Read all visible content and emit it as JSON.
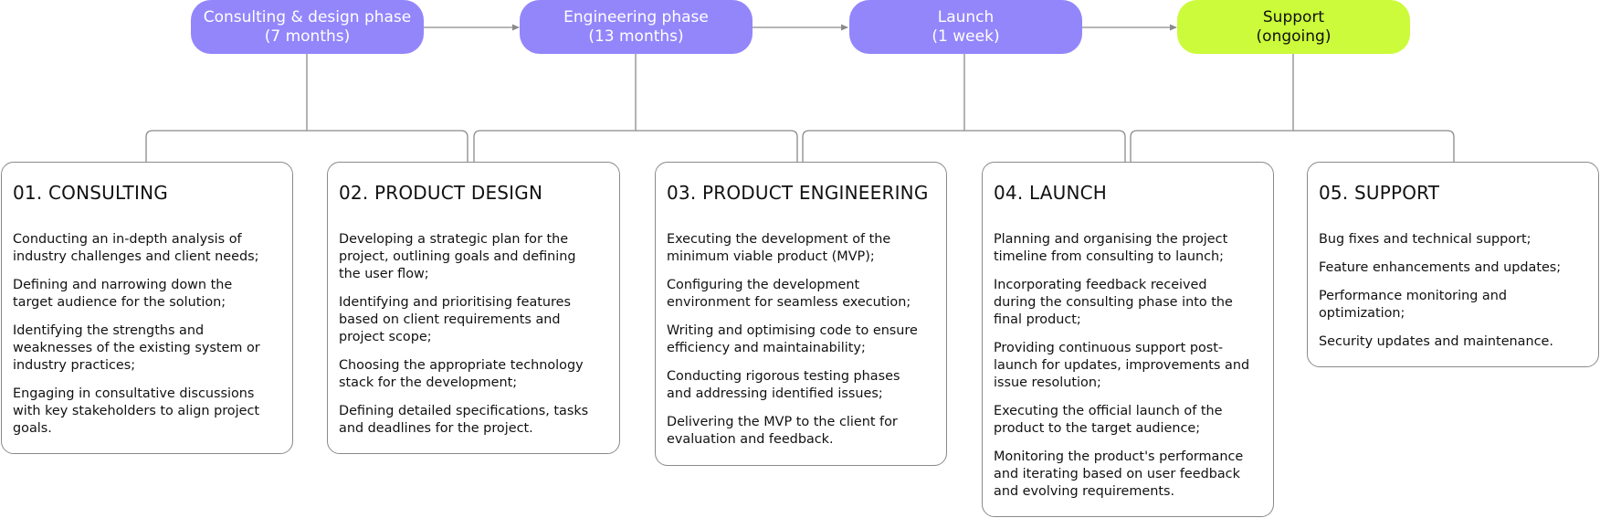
{
  "phases": [
    {
      "line1": "Consulting & design phase",
      "line2": "(7 months)",
      "color": "#9386fb"
    },
    {
      "line1": "Engineering phase",
      "line2": "(13 months)",
      "color": "#9386fb"
    },
    {
      "line1": "Launch",
      "line2": "(1 week)",
      "color": "#9386fb"
    },
    {
      "line1": "Support",
      "line2": "(ongoing)",
      "color": "#cbfb3a"
    }
  ],
  "cards": [
    {
      "title": "01. CONSULTING",
      "items": [
        "Conducting an in-depth analysis of\nindustry challenges and client needs;",
        "Defining and narrowing down the\ntarget audience for the solution;",
        "Identifying the strengths and\nweaknesses of the existing system or\nindustry practices;",
        "Engaging in consultative discussions\nwith key stakeholders to align project\ngoals."
      ]
    },
    {
      "title": "02. PRODUCT DESIGN",
      "items": [
        "Developing a strategic plan for the\nproject, outlining goals and defining\nthe user flow;",
        "Identifying and prioritising features\nbased on client requirements and\nproject scope;",
        "Choosing the appropriate technology\nstack for the development;",
        "Defining detailed specifications, tasks\nand deadlines for the project."
      ]
    },
    {
      "title": "03. PRODUCT ENGINEERING",
      "items": [
        "Executing the development of the\nminimum viable product (MVP);",
        "Configuring the development\nenvironment for seamless execution;",
        "Writing and optimising code to ensure\nefficiency and maintainability;",
        "Conducting rigorous testing phases\nand addressing identified issues;",
        "Delivering the MVP to the client for\nevaluation and feedback."
      ]
    },
    {
      "title": "04. LAUNCH",
      "items": [
        "Planning and organising the project\ntimeline from consulting to launch;",
        "Incorporating feedback received\nduring the consulting phase into the\nfinal product;",
        "Providing continuous support post-\nlaunch for updates, improvements and\nissue resolution;",
        "Executing the official launch of the\nproduct to the target audience;",
        "Monitoring the product's performance\nand iterating based on user feedback\nand evolving requirements."
      ]
    },
    {
      "title": "05. SUPPORT",
      "items": [
        "Bug fixes and technical support;",
        "Feature enhancements and updates;",
        "Performance monitoring and\noptimization;",
        "Security updates and maintenance."
      ]
    }
  ],
  "colors": {
    "phase_purple": "#9386fb",
    "phase_lime": "#cbfb3a",
    "line": "#8a8a8a"
  }
}
